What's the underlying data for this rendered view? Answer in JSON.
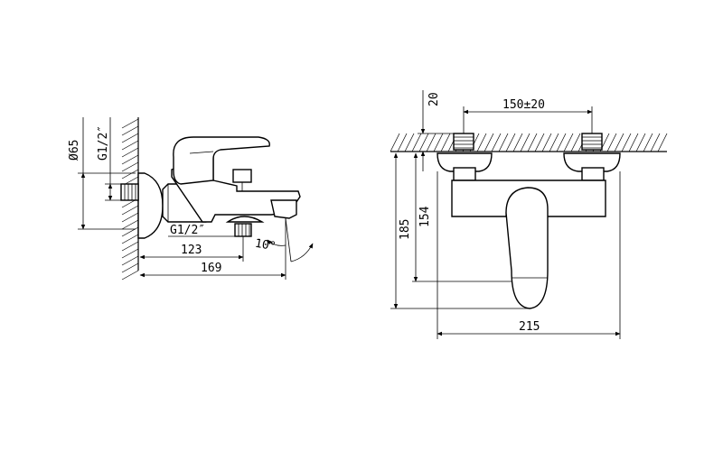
{
  "side_view": {
    "dim_diameter": "Ø65",
    "dim_thread_top": "G1/2″",
    "dim_thread_bottom": "G1/2″",
    "dim_123": "123",
    "dim_169": "169",
    "dim_angle": "10°"
  },
  "front_view": {
    "dim_spacing": "150±20",
    "dim_20": "20",
    "dim_154": "154",
    "dim_185": "185",
    "dim_215": "215"
  }
}
